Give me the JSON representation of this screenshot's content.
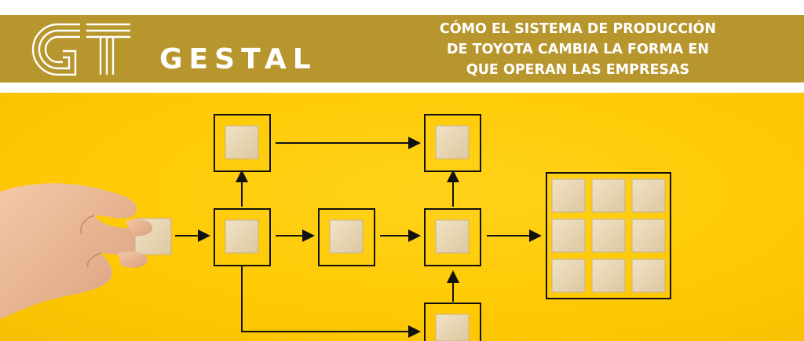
{
  "brand": {
    "logo_letters": "GT",
    "name": "GESTAL"
  },
  "headline": {
    "lines": [
      "CÓMO EL SISTEMA DE PRODUCCIÓN",
      "DE TOYOTA CAMBIA LA FORMA EN",
      "QUE OPERAN LAS EMPRESAS"
    ]
  },
  "colors": {
    "top_bar": "#b8962e",
    "background": "#ffca05",
    "line": "#111111",
    "block": "#e8d6b4"
  },
  "illustration": {
    "subject": "hand placing a wooden block into a process flow diagram",
    "diagram_blocks": 7,
    "grid_blocks": 9
  }
}
